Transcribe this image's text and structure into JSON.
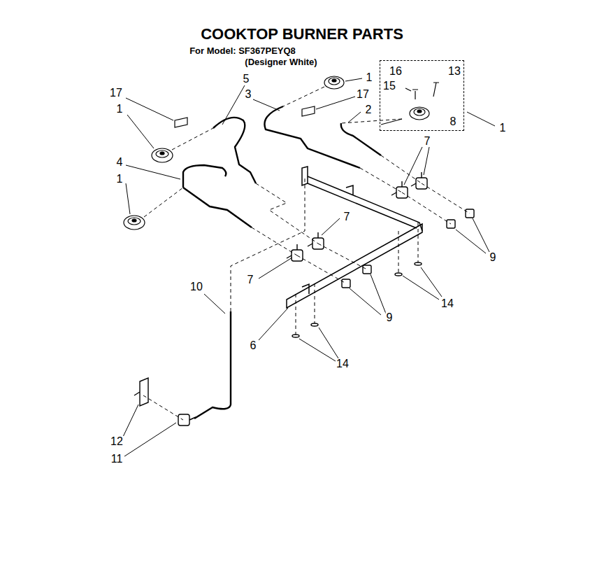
{
  "diagram": {
    "title": "COOKTOP BURNER PARTS",
    "nodes": [
      {
        "text": [
          "16",
          "13",
          "15",
          "8"
        ]
      }
    ],
    "labels": [
      "For Model: SF367PEYQ8",
      "(Designer White)",
      "5",
      "1",
      "17",
      "3",
      "17",
      "2",
      "1",
      "1",
      "7",
      "4",
      "1",
      "7",
      "9",
      "7",
      "10",
      "9",
      "14",
      "6",
      "14",
      "12",
      "11"
    ]
  }
}
